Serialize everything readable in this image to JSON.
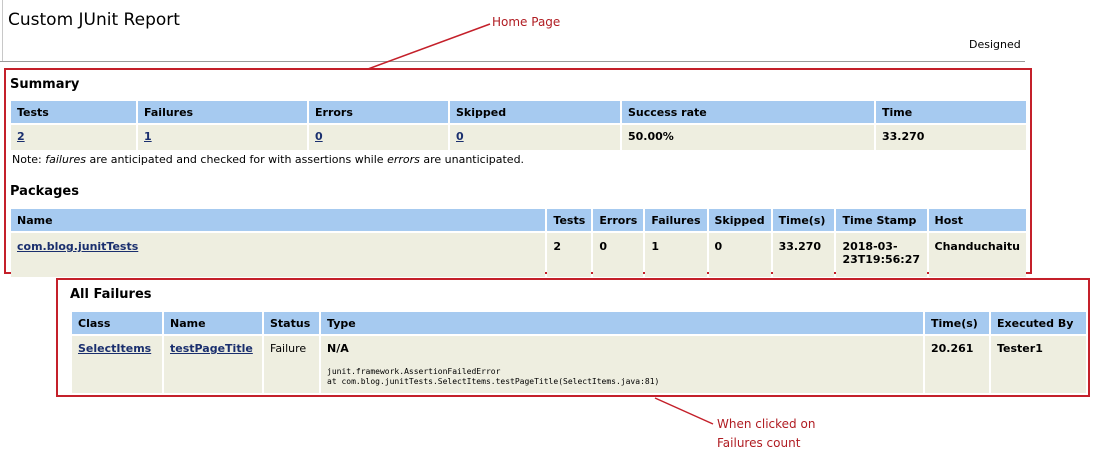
{
  "header": {
    "title": "Custom JUnit Report",
    "designed": "Designed"
  },
  "annotations": {
    "home": "Home Page",
    "clicked_line1": "When clicked on",
    "clicked_line2": "Failures count",
    "color": "#c4202a"
  },
  "summary": {
    "title": "Summary",
    "headers": [
      "Tests",
      "Failures",
      "Errors",
      "Skipped",
      "Success rate",
      "Time"
    ],
    "row": {
      "tests": "2",
      "failures": "1",
      "errors": "0",
      "skipped": "0",
      "success_rate": "50.00%",
      "time": "33.270"
    },
    "note": {
      "prefix": "Note: ",
      "failures_word": "failures",
      "middle": " are anticipated and checked for with assertions while ",
      "errors_word": "errors",
      "suffix": " are unanticipated."
    }
  },
  "packages": {
    "title": "Packages",
    "headers": [
      "Name",
      "Tests",
      "Errors",
      "Failures",
      "Skipped",
      "Time(s)",
      "Time Stamp",
      "Host"
    ],
    "row": {
      "name": "com.blog.junitTests",
      "tests": "2",
      "errors": "0",
      "failures": "1",
      "skipped": "0",
      "time": "33.270",
      "timestamp_line1": "2018-03-",
      "timestamp_line2": "23T19:56:27",
      "host": "Chanduchaitu"
    }
  },
  "failures": {
    "title": "All Failures",
    "headers": [
      "Class",
      "Name",
      "Status",
      "Type",
      "Time(s)",
      "Executed By"
    ],
    "row": {
      "class": "SelectItems",
      "name": "testPageTitle",
      "status": "Failure",
      "type": "N/A",
      "trace_line1": "junit.framework.AssertionFailedError",
      "trace_line2": "at com.blog.junitTests.SelectItems.testPageTitle(SelectItems.java:81)",
      "time": "20.261",
      "executed_by": "Tester1"
    }
  },
  "colors": {
    "header_bg": "#a6caf0",
    "cell_bg": "#eeeee0",
    "link": "#1a2f6e"
  }
}
